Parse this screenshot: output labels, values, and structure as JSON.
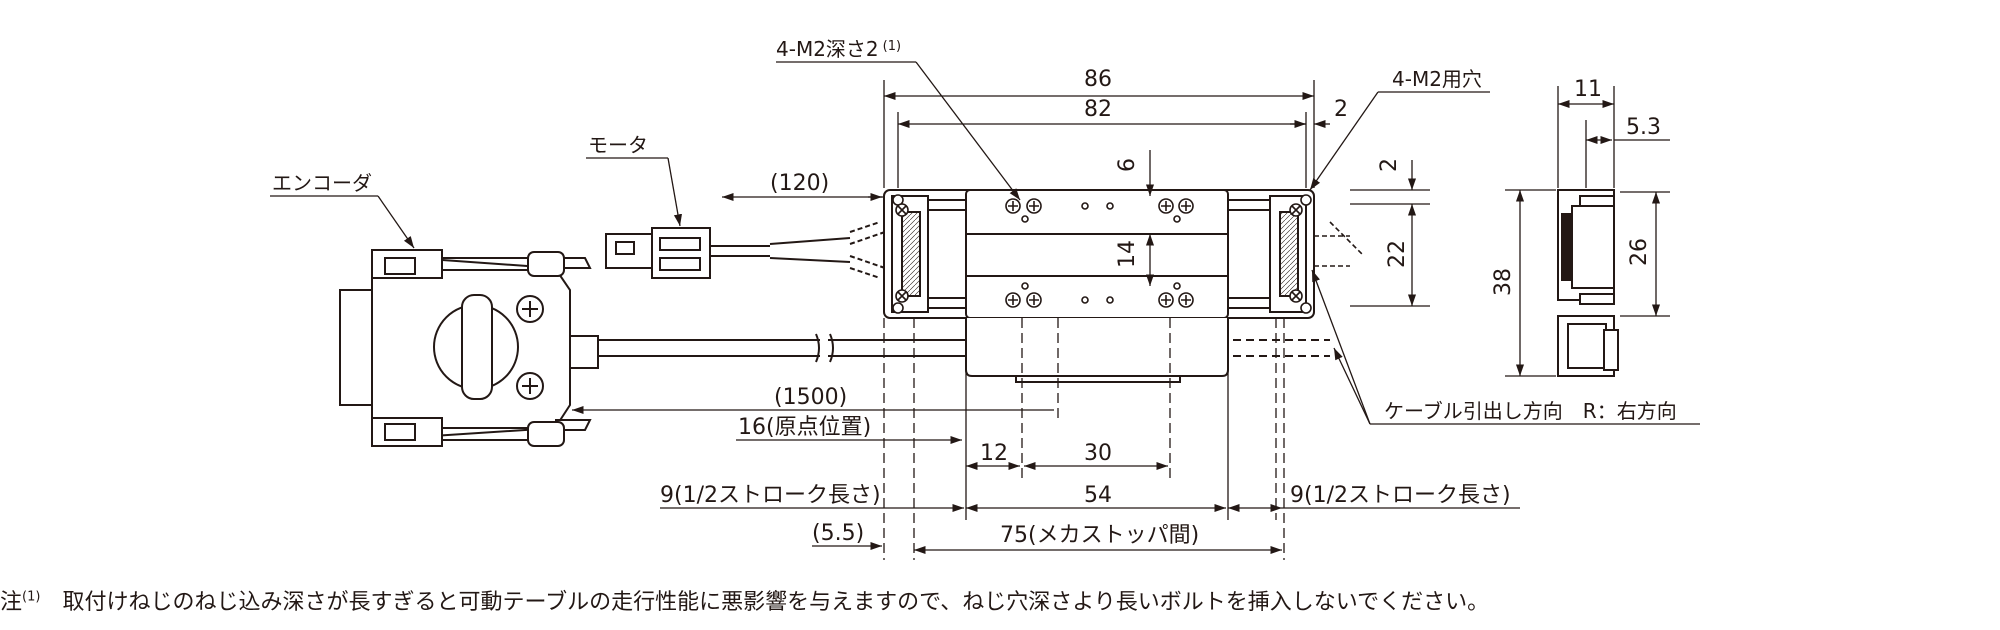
{
  "labels": {
    "hole_label": "4-M2深さ2",
    "hole_label_sup": "(1)",
    "through_hole_label": "4-M2用穴",
    "motor_label": "モータ",
    "encoder_label": "エンコーダ",
    "cable_direction_label": "ケーブル引出し方向　R：右方向"
  },
  "dimensions": {
    "d86": "86",
    "d82": "82",
    "d2_top": "2",
    "d6": "6",
    "d2_side": "2",
    "d14": "14",
    "d22": "22",
    "d120": "(120)",
    "d1500": "(1500)",
    "d16_origin": "16(原点位置)",
    "d12": "12",
    "d30": "30",
    "d54": "54",
    "d9_left": "9(1/2ストローク長さ)",
    "d9_right": "9(1/2ストローク長さ)",
    "d5_5": "(5.5)",
    "d75": "75(メカストッパ間)",
    "d11": "11",
    "d5_3": "5.3",
    "d38": "38",
    "d26": "26"
  },
  "note": {
    "prefix": "注",
    "sup": "(1)",
    "text": "　取付けねじのねじ込み深さが長すぎると可動テーブルの走行性能に悪影響を与えますので、ねじ穴深さより長いボルトを挿入しないでください。"
  }
}
